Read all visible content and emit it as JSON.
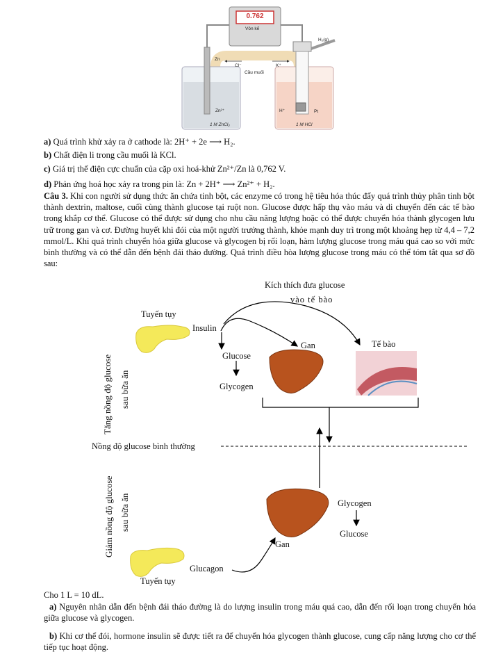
{
  "cell_figure": {
    "voltmeter_reading": "0.762",
    "voltmeter_label": "Vôn kế",
    "h2_label": "H₂(g)",
    "zn_label": "Zn",
    "cl_label": "Cl⁻",
    "k_label": "K⁺",
    "salt_bridge_label": "Cầu muối",
    "zn_ion_label": "Zn²⁺",
    "h_ion_label": "H⁺",
    "pt_label": "Pt",
    "left_solution": "1 M ZnCl₂",
    "right_solution": "1 M HCl"
  },
  "q_prev": {
    "a_prefix": "a)",
    "a_text": " Quá trình khử xảy ra ở cathode là: 2H⁺ + 2e ⟶ H₂.",
    "b_prefix": "b)",
    "b_text": " Chất điện li trong cầu muối là KCl.",
    "c_prefix": "c)",
    "c_text": " Giá trị thế điện cực chuẩn của cặp oxi hoá-khử Zn²⁺/Zn là 0,762 V.",
    "d_prefix": "d)",
    "d_text": " Phản ứng hoá học xảy ra trong pin là: Zn + 2H⁺ ⟶ Zn²⁺ + H₂."
  },
  "q3": {
    "title": "Câu 3.",
    "body": " Khi con người sử dụng thức ăn chứa tinh bột, các enzyme có trong hệ tiêu hóa thúc đẩy quá trình thủy phân tinh bột thành dextrin, maltose, cuối cùng thành glucose tại ruột non. Glucose được hấp thụ vào máu và di chuyển đến các tế bào trong khắp cơ thể. Glucose có thể được sử dụng cho nhu cầu năng lượng hoặc có thể được chuyển hóa thành glycogen lưu trữ trong gan và cơ. Đường huyết khi đói của một người trưởng thành, khỏe mạnh duy trì trong một khoảng hẹp từ 4,4 – 7,2 mmol/L. Khi quá trình chuyển hóa giữa glucose và glycogen bị rối loạn, hàm lượng glucose trong máu quá cao so với mức bình thường và có thể dẫn đến bệnh đái tháo đường. Quá trình điều hòa lượng glucose trong máu có thể tóm tắt qua sơ đồ sau:"
  },
  "diagram": {
    "stimulate_line1": "Kích thích đưa glucose",
    "stimulate_line2": "vào tế bào",
    "pancreas_top": "Tuyến tụy",
    "insulin": "Insulin",
    "liver_top": "Gan",
    "cell": "Tế bào",
    "glucose_top": "Glucose",
    "glycogen_top": "Glycogen",
    "increase_line1": "Tăng nồng độ glucose",
    "increase_line2": "sau bữa ăn",
    "normal_level": "Nồng độ glucose bình thường",
    "decrease_line1": "Giảm nồng độ glucose",
    "decrease_line2": "sau bữa ăn",
    "glycogen_bottom": "Glycogen",
    "glucose_bottom": "Glucose",
    "liver_bottom": "Gan",
    "glucagon": "Glucagon",
    "pancreas_bottom": "Tuyến tụy"
  },
  "notes": {
    "conversion": "Cho 1 L = 10 dL.",
    "a_prefix": "a)",
    "a_text": " Nguyên nhân dẫn đến bệnh đái tháo đường là do lượng insulin trong máu quá cao, dẫn đến rối loạn trong chuyển hóa giữa glucose và glycogen.",
    "b_prefix": "b)",
    "b_text": " Khi cơ thể đói, hormone insulin sẽ được tiết ra để chuyển hóa glycogen thành glucose, cung cấp năng lượng cho cơ thể tiếp tục hoạt động."
  }
}
